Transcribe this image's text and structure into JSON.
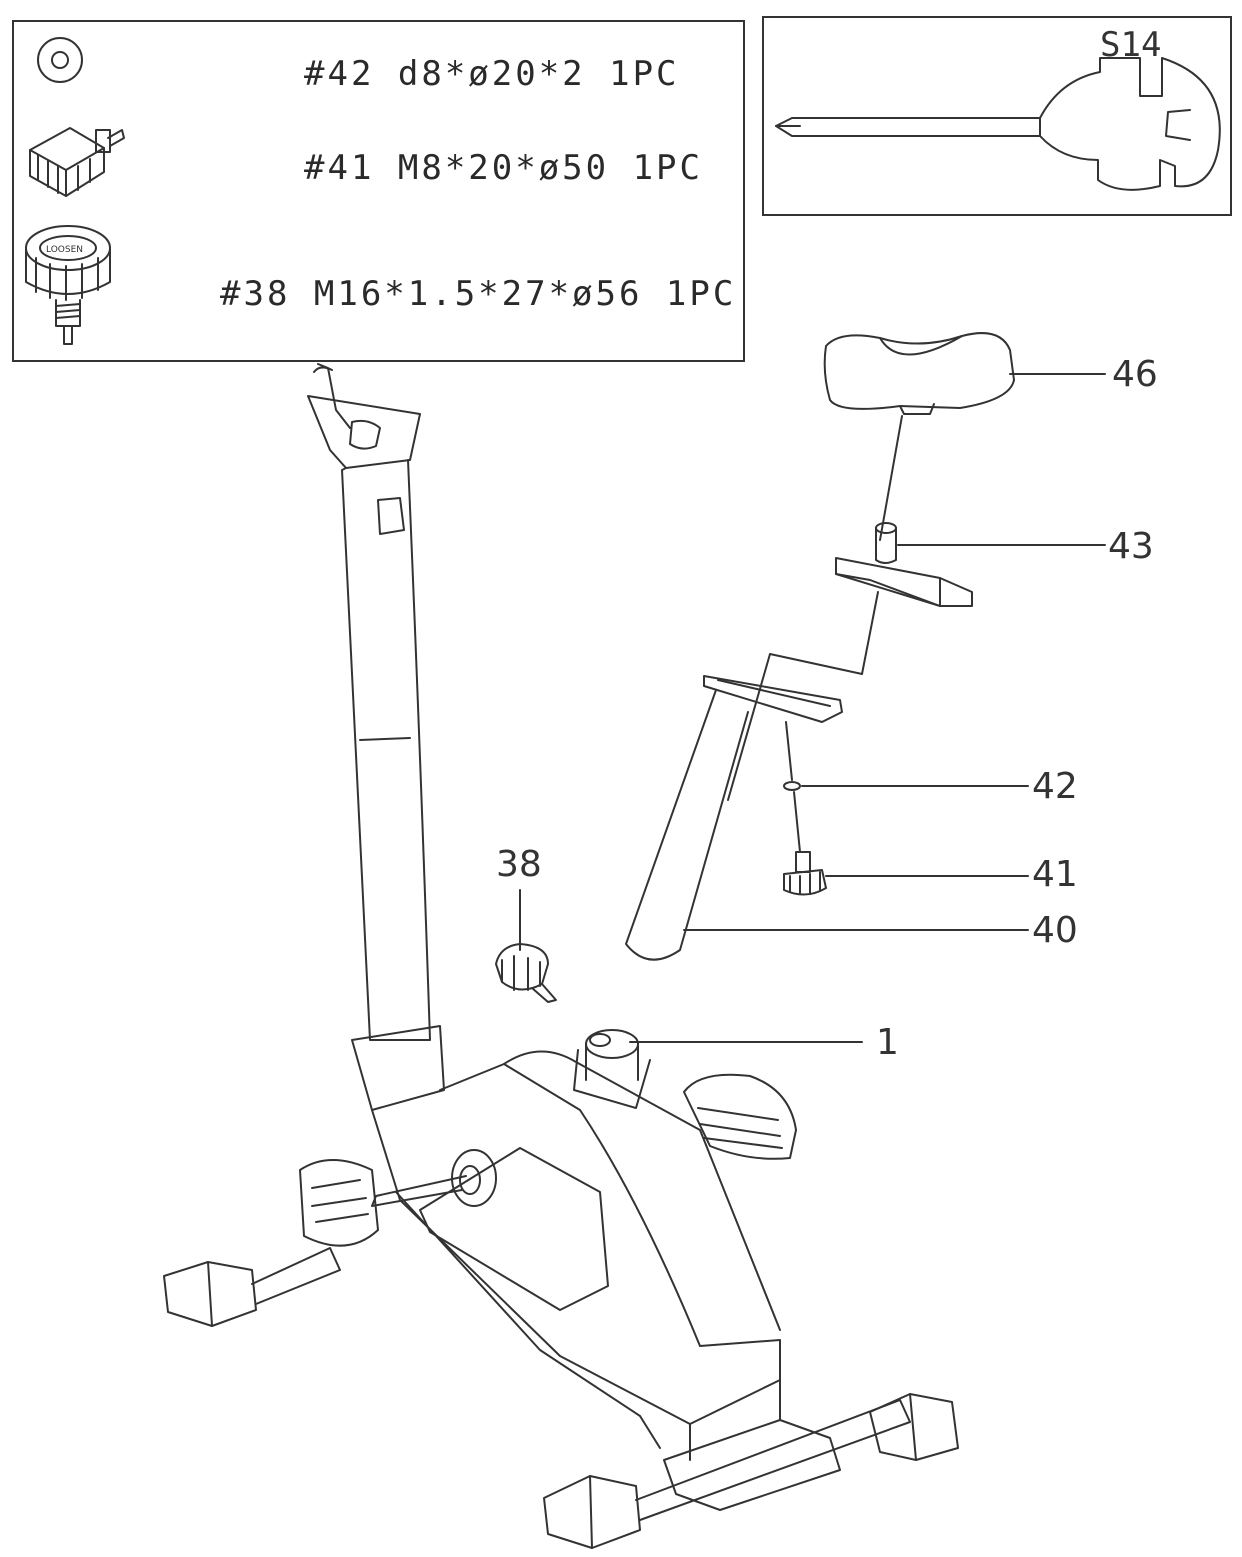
{
  "parts_list": {
    "items": [
      {
        "spec": "#42 d8*ø20*2 1PC",
        "icon": "washer-icon"
      },
      {
        "spec": "#41 M8*20*ø50 1PC",
        "icon": "knob-bolt-icon"
      },
      {
        "spec": "#38 M16*1.5*27*ø56 1PC",
        "icon": "adjust-knob-icon"
      }
    ],
    "knob_text": "LOOSEN"
  },
  "tool": {
    "label": "S14",
    "icon": "screwdriver-wrench-icon"
  },
  "callouts": [
    "46",
    "43",
    "42",
    "41",
    "40",
    "38",
    "1"
  ],
  "colors": {
    "line": "#333333",
    "background": "#ffffff"
  }
}
